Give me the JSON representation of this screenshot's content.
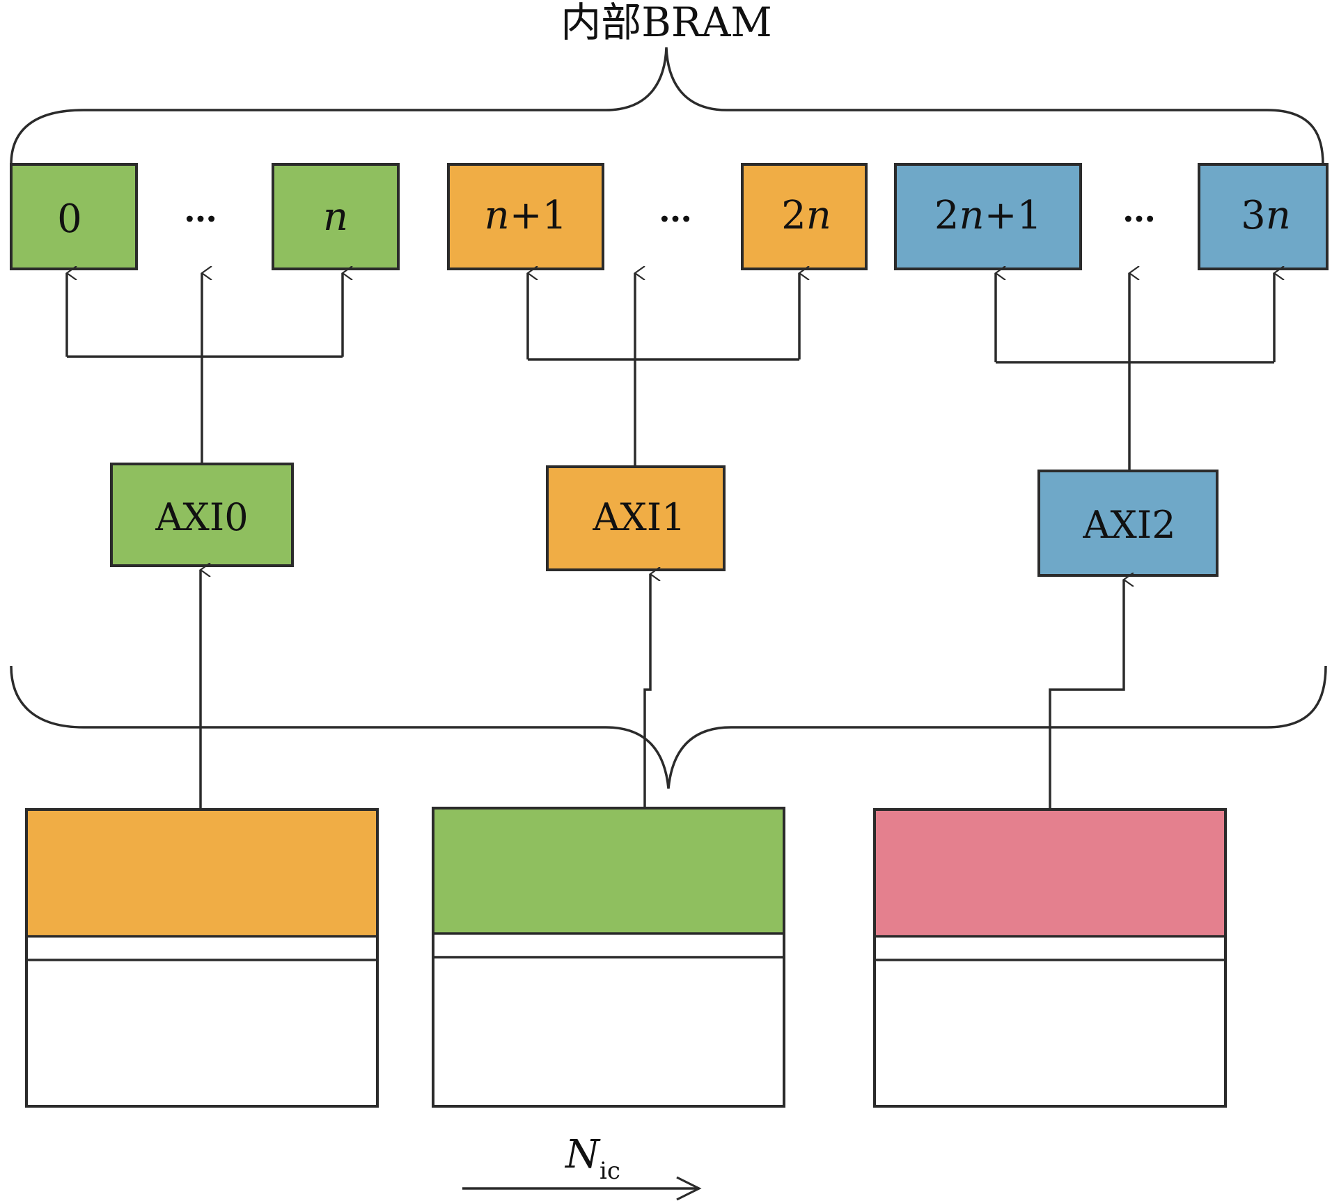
{
  "title": "内部BRAM",
  "colors": {
    "green": "#8fbf5f",
    "orange": "#f0ad45",
    "blue": "#6fa8c8",
    "pink": "#e4808e",
    "line": "#2b2b2b"
  },
  "bram_groups": [
    {
      "color": "green",
      "first": "0",
      "dots": "…",
      "last_num": "",
      "last_var": "n"
    },
    {
      "color": "orange",
      "first_var": "n",
      "first_suffix": "+1",
      "dots": "…",
      "last_num": "2",
      "last_var": "n"
    },
    {
      "color": "blue",
      "first_num": "2",
      "first_var": "n",
      "first_suffix": "+1",
      "dots": "…",
      "last_num": "3",
      "last_var": "n"
    }
  ],
  "axi": [
    {
      "label": "AXI0",
      "color": "green"
    },
    {
      "label": "AXI1",
      "color": "orange"
    },
    {
      "label": "AXI2",
      "color": "blue"
    }
  ],
  "memory_blocks": [
    {
      "color": "orange"
    },
    {
      "color": "green"
    },
    {
      "color": "pink"
    }
  ],
  "axis": {
    "symbol": "N",
    "subscript": "ic"
  }
}
